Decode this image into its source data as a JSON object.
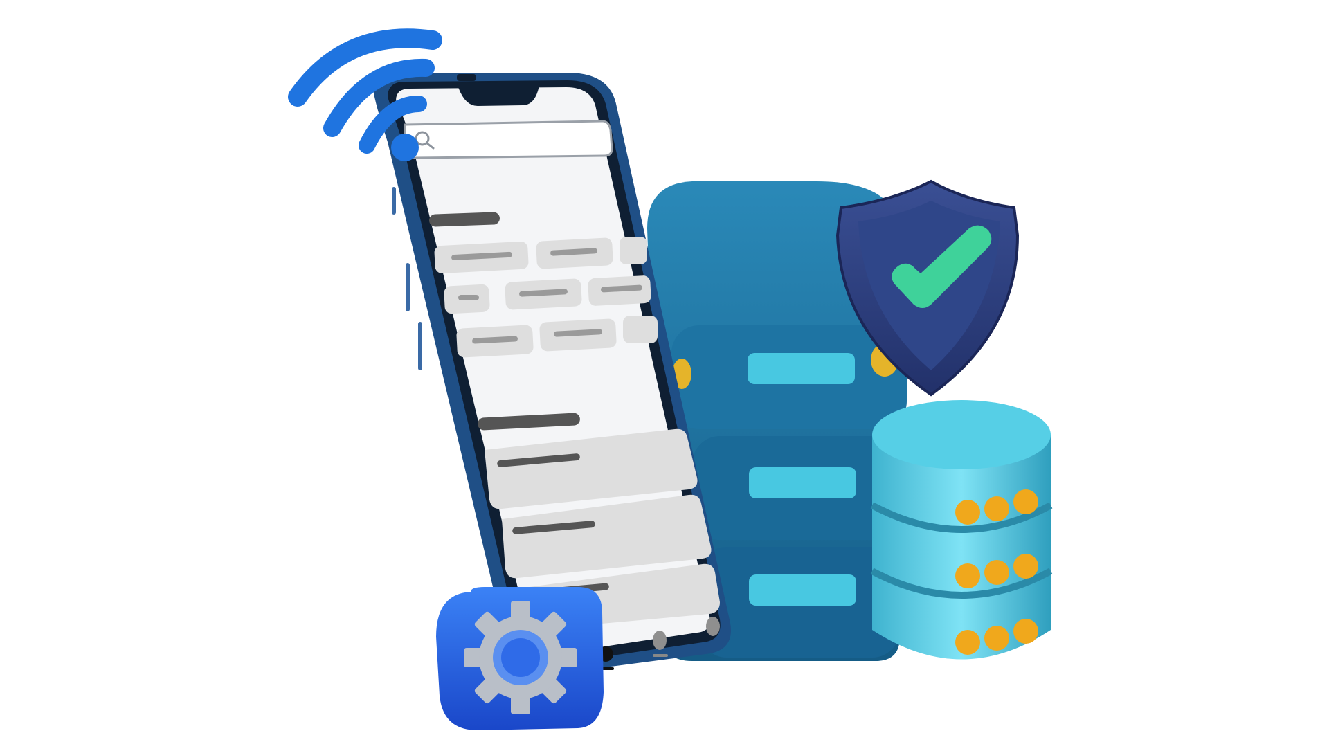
{
  "background": "#ffffff",
  "illustration": {
    "phone": {
      "frame_color": "#1f4f86",
      "screen_color": "#f4f5f7",
      "search_placeholder": "",
      "placeholder_chip_color": "#dedede",
      "placeholder_bar_color": "#555555",
      "nav_icons": [
        "home-dot-icon",
        "search-dot-icon",
        "profile-dot-icon"
      ]
    },
    "wifi_icon": {
      "color": "#1f74e0"
    },
    "server_rack": {
      "color": "#1d6c9a",
      "light_color": "#48c8e1",
      "port_color": "#e5b42a",
      "units": 3
    },
    "shield": {
      "color": "#2c3f7d",
      "check_color": "#3fd29a"
    },
    "database": {
      "color": "#3fb7d2",
      "dot_color": "#f0a81c",
      "rows": 3,
      "dots_per_row": 3
    },
    "settings_tile": {
      "color": "#1f5fe0",
      "gear_color": "#b9bfc8"
    }
  }
}
